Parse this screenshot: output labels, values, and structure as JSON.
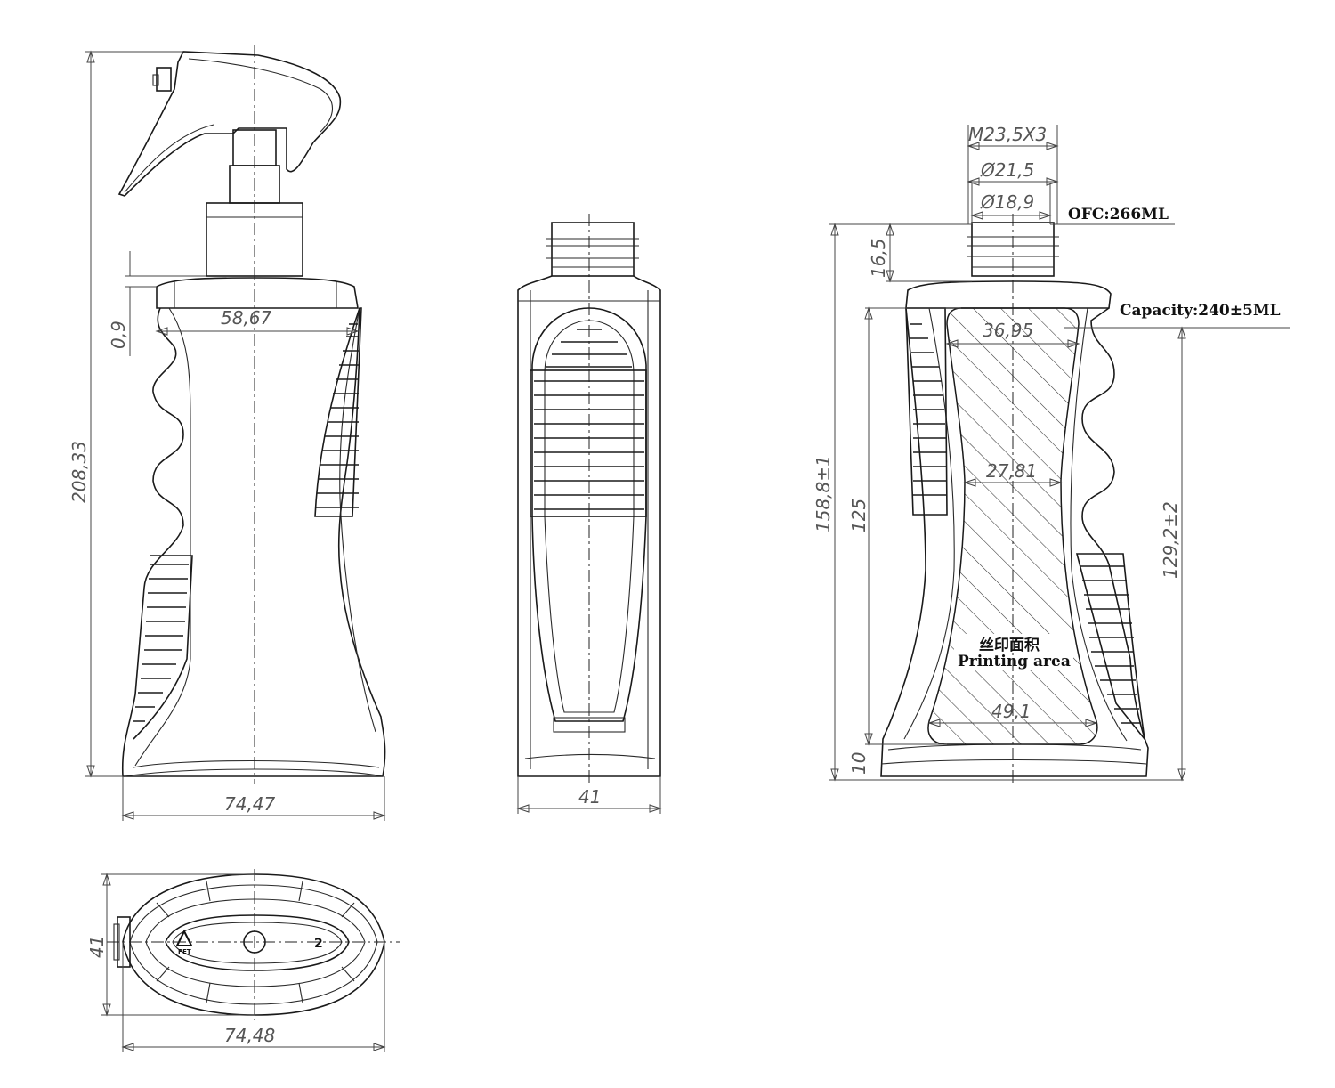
{
  "dimensions": {
    "spray_total_height": "208,33",
    "spray_step": "0,9",
    "spray_shoulder_width": "58,67",
    "spray_body_width": "74,47",
    "side_width": "41",
    "thread": "M23,5X3",
    "neck_outer_diameter": "Ø21,5",
    "neck_inner_diameter": "Ø18,9",
    "neck_height": "16,5",
    "total_height": "158,8±1",
    "print_height": "125",
    "print_base_offset": "10",
    "shoulder_height": "129,2±2",
    "print_top_width": "36,95",
    "print_mid_width": "27,81",
    "print_bottom_width": "49,1",
    "base_depth": "41",
    "base_width": "74,48"
  },
  "labels": {
    "ofc": "OFC:266ML",
    "capacity": "Capacity:240±5ML",
    "print_area_cn": "丝印面积",
    "print_area_en": "Printing area",
    "recycle_mark": "PET",
    "cavity_number": "2"
  }
}
